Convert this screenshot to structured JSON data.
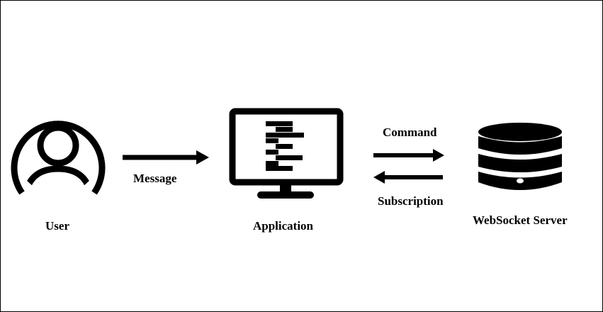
{
  "nodes": {
    "user": {
      "label": "User",
      "icon": "user-avatar-icon"
    },
    "application": {
      "label": "Application",
      "icon": "monitor-app-icon"
    },
    "server": {
      "label": "WebSocket Server",
      "icon": "database-server-icon"
    }
  },
  "edges": {
    "message": {
      "label": "Message",
      "from": "User",
      "to": "Application"
    },
    "command": {
      "label": "Command",
      "from": "Application",
      "to": "WebSocket Server"
    },
    "subscription": {
      "label": "Subscription",
      "from": "WebSocket Server",
      "to": "Application"
    }
  },
  "colors": {
    "ink": "#000000",
    "background": "#ffffff"
  }
}
